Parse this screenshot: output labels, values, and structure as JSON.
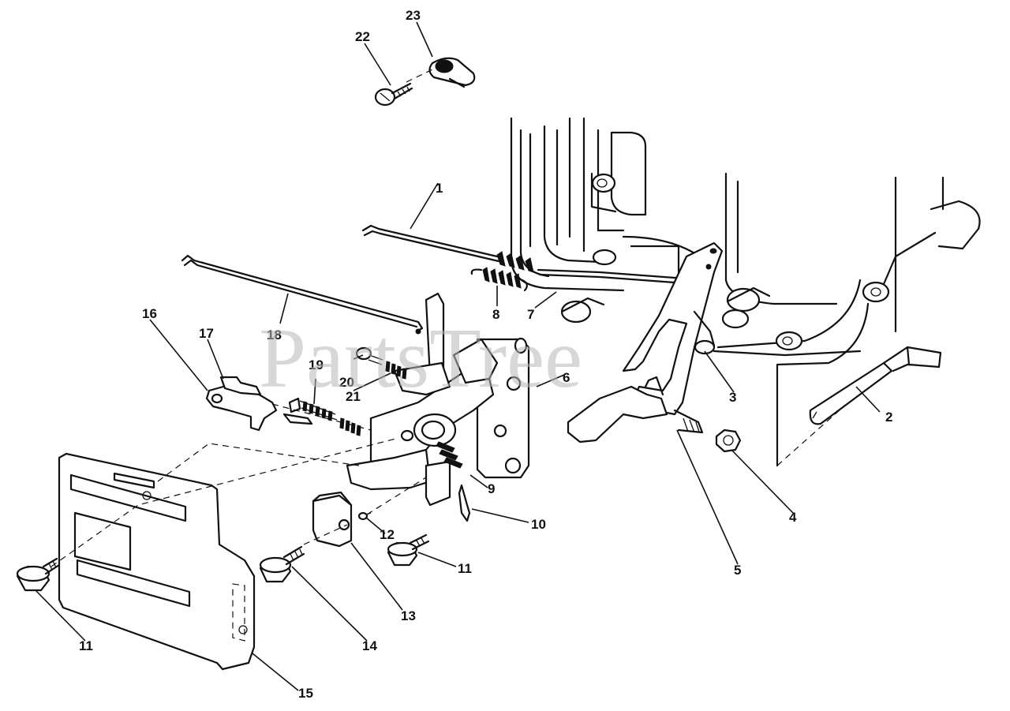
{
  "watermark": "PartsTree",
  "callouts": [
    {
      "id": "1",
      "text": "1"
    },
    {
      "id": "2",
      "text": "2"
    },
    {
      "id": "3",
      "text": "3"
    },
    {
      "id": "4",
      "text": "4"
    },
    {
      "id": "5",
      "text": "5"
    },
    {
      "id": "6",
      "text": "6"
    },
    {
      "id": "7",
      "text": "7"
    },
    {
      "id": "8",
      "text": "8"
    },
    {
      "id": "9",
      "text": "9"
    },
    {
      "id": "10",
      "text": "10"
    },
    {
      "id": "11a",
      "text": "11"
    },
    {
      "id": "11b",
      "text": "11"
    },
    {
      "id": "12",
      "text": "12"
    },
    {
      "id": "13",
      "text": "13"
    },
    {
      "id": "14",
      "text": "14"
    },
    {
      "id": "15",
      "text": "15"
    },
    {
      "id": "16",
      "text": "16"
    },
    {
      "id": "17",
      "text": "17"
    },
    {
      "id": "18",
      "text": "18"
    },
    {
      "id": "19",
      "text": "19"
    },
    {
      "id": "20",
      "text": "20"
    },
    {
      "id": "21",
      "text": "21"
    },
    {
      "id": "22",
      "text": "22"
    },
    {
      "id": "23",
      "text": "23"
    }
  ]
}
